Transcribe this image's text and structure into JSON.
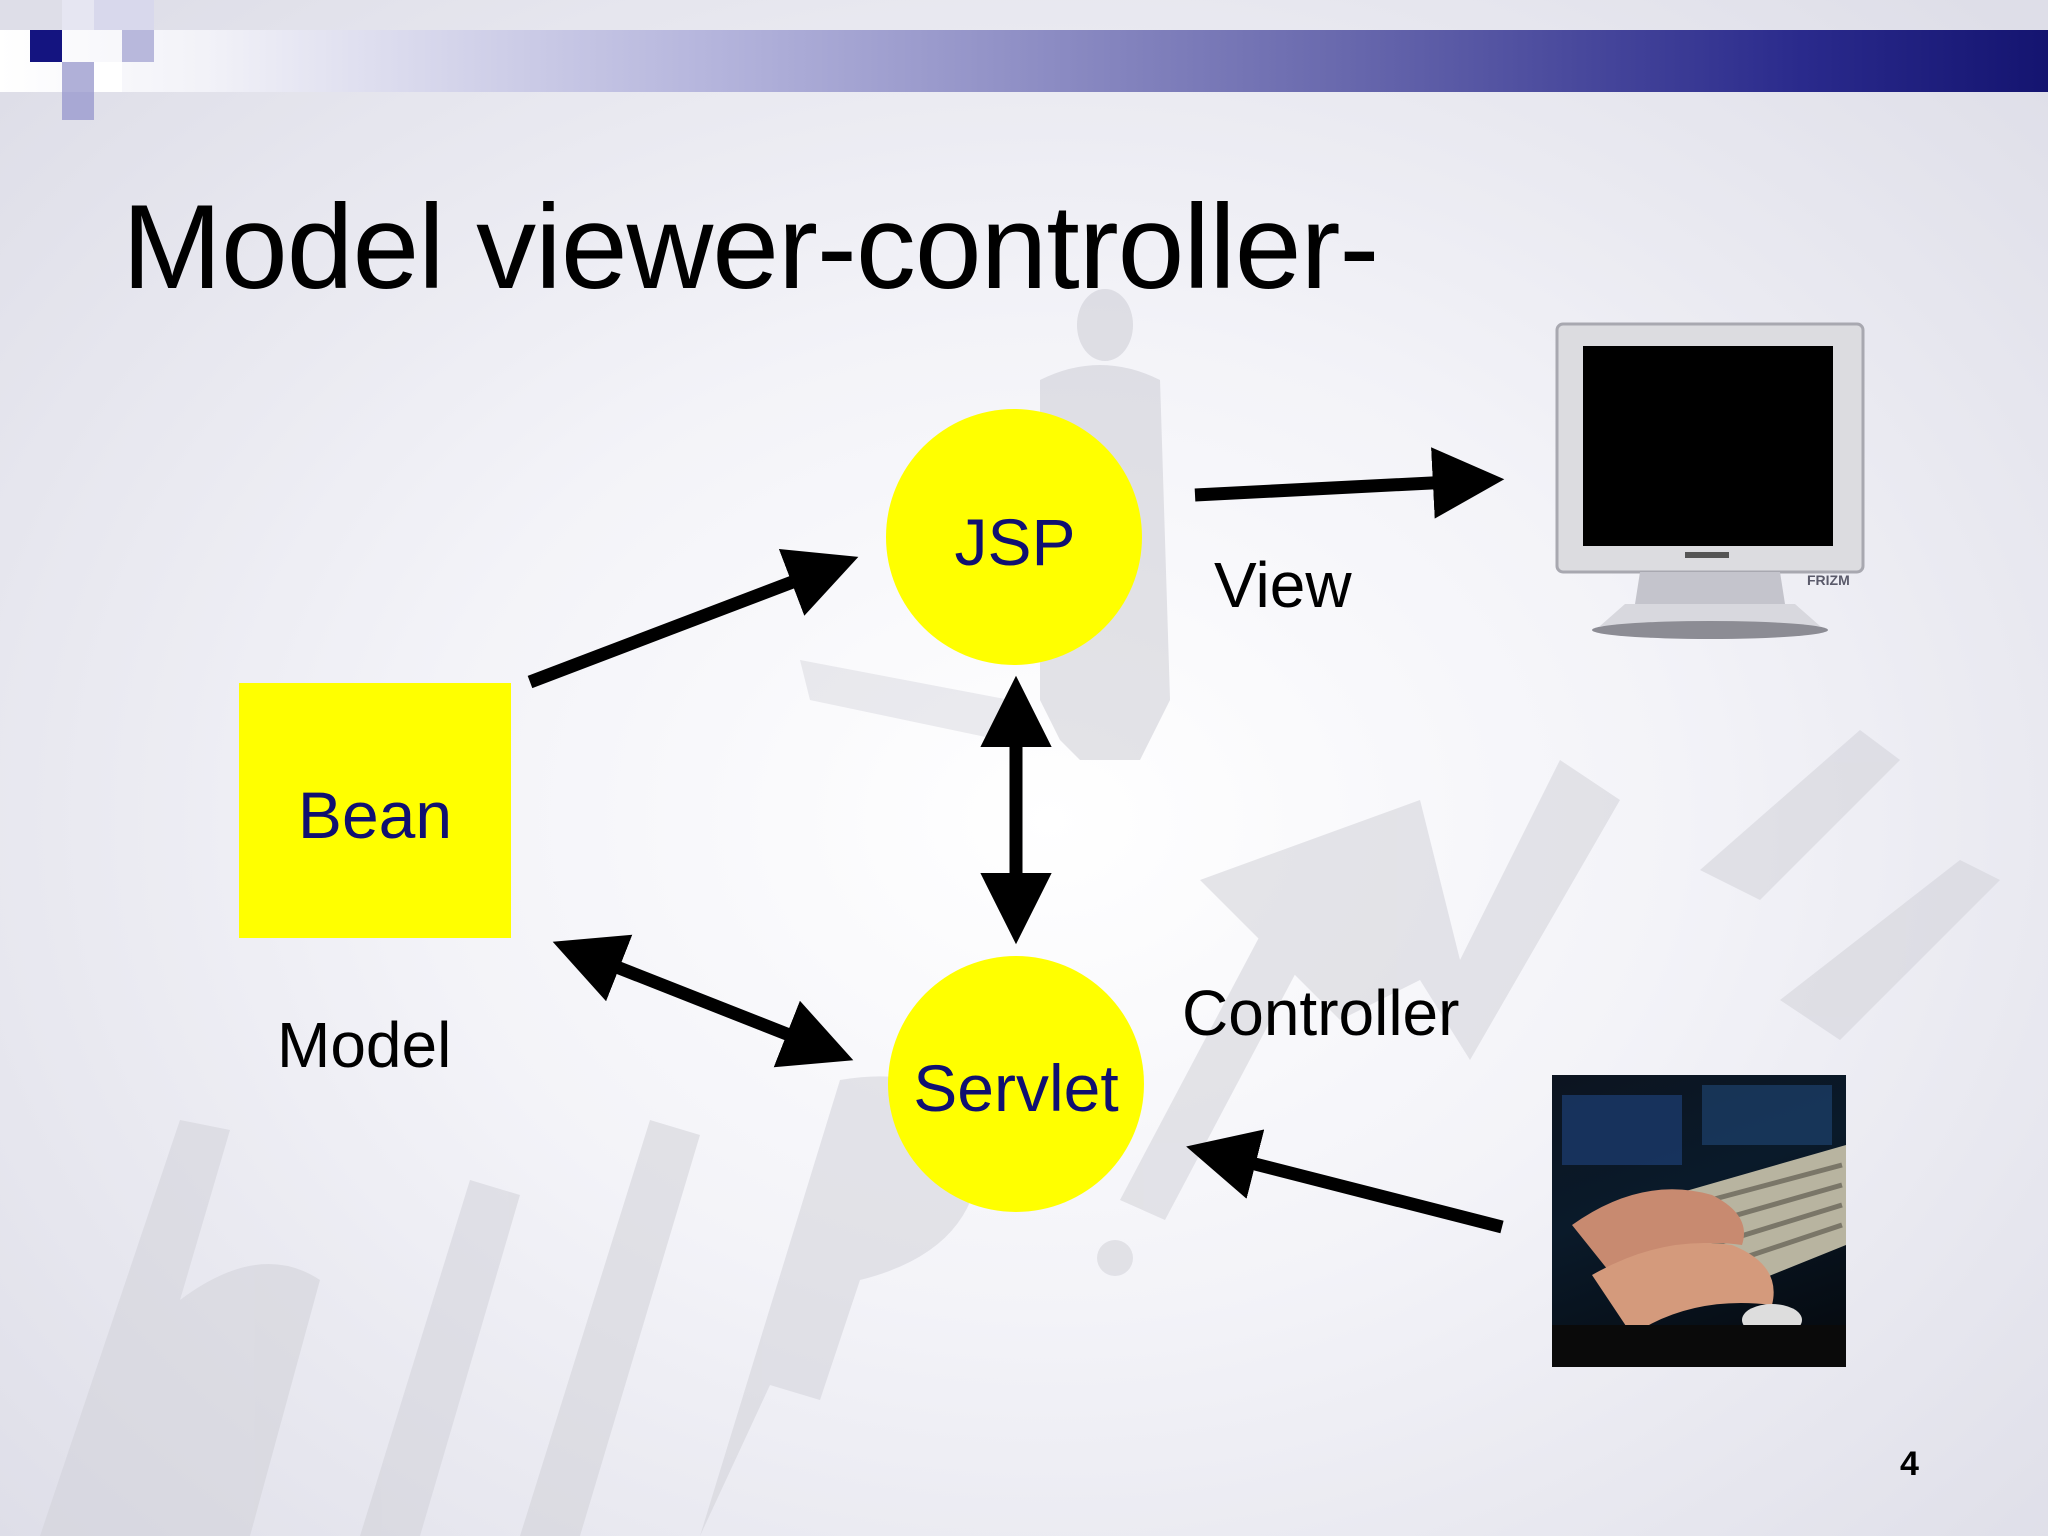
{
  "slide": {
    "title": "Model viewer-controller-",
    "page_number": "4"
  },
  "diagram": {
    "nodes": {
      "bean": "Bean",
      "jsp": "JSP",
      "servlet": "Servlet"
    },
    "roles": {
      "model": "Model",
      "view": "View",
      "controller": "Controller"
    },
    "monitor_brand": "FRIZM"
  },
  "colors": {
    "node_fill": "#ffff00",
    "node_text": "#101070",
    "arrow": "#000000",
    "banner_dark": "#141470"
  }
}
